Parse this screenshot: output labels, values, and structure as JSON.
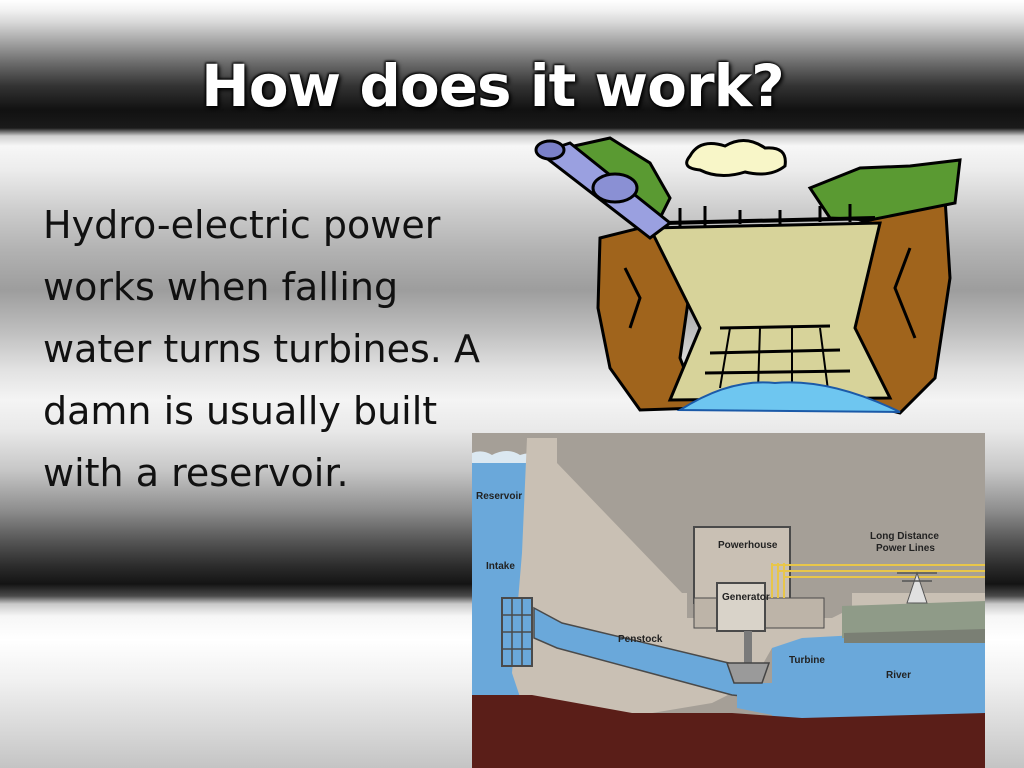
{
  "slide": {
    "title": "How does it work?",
    "body_text": "Hydro-electric power works when falling water turns turbines. A damn is usually built with a reservoir."
  },
  "diagram": {
    "labels": {
      "reservoir": "Reservoir",
      "intake": "Intake",
      "powerhouse": "Powerhouse",
      "generator": "Generator",
      "penstock": "Penstock",
      "turbine": "Turbine",
      "long_distance_line1": "Long Distance",
      "long_distance_line2": "Power Lines",
      "river": "River"
    }
  },
  "colors": {
    "water": "#6aa8da",
    "concrete": "#c9c0b4",
    "earth": "#5a1e18",
    "cliff": "#a0641c",
    "grass": "#5a9a32",
    "dam_face": "#d7d39a",
    "power_lines": "#e8c64a"
  },
  "icons": [
    "dam-clipart-icon",
    "power-tower-icon"
  ]
}
